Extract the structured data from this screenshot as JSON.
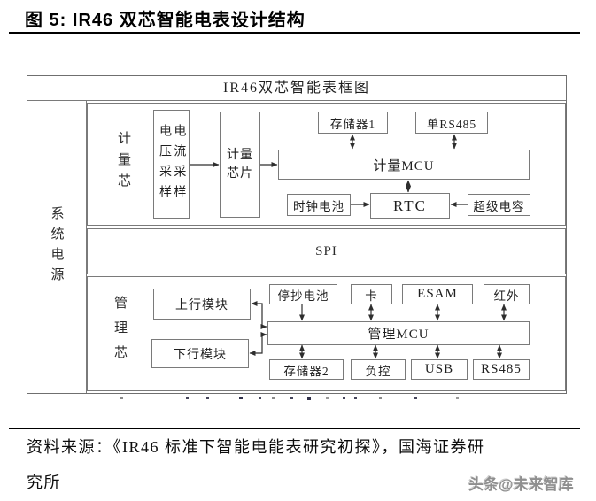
{
  "figure": {
    "title": "图 5: IR46 双芯智能电表设计结构",
    "source_line1": "资料来源：《IR46 标准下智能电能表研究初探》，国海证券研",
    "source_line2": "究所",
    "watermark": "头条@未来智库"
  },
  "diagram": {
    "frame_title": "IR46双芯智能表框图",
    "left_rail": "系统电源",
    "spi": "SPI",
    "metering": {
      "section_label": "计量芯",
      "voltage_sampling": "电压采样",
      "current_sampling": "电流采样",
      "metering_chip": "计量芯片",
      "memory1": "存储器1",
      "single_rs485": "单RS485",
      "metering_mcu": "计量MCU",
      "clock_battery": "时钟电池",
      "rtc": "RTC",
      "super_capacitor": "超级电容"
    },
    "management": {
      "section_label": "管理芯",
      "uplink_module": "上行模块",
      "downlink_module": "下行模块",
      "stop_reading_battery": "停抄电池",
      "card": "卡",
      "esam": "ESAM",
      "infrared": "红外",
      "management_mcu": "管理MCU",
      "memory2": "存储器2",
      "load_control": "负控",
      "usb": "USB",
      "rs485": "RS485"
    },
    "colors": {
      "border": "#7a7a7a",
      "text": "#1f1f1f",
      "rule": "#000000"
    }
  }
}
